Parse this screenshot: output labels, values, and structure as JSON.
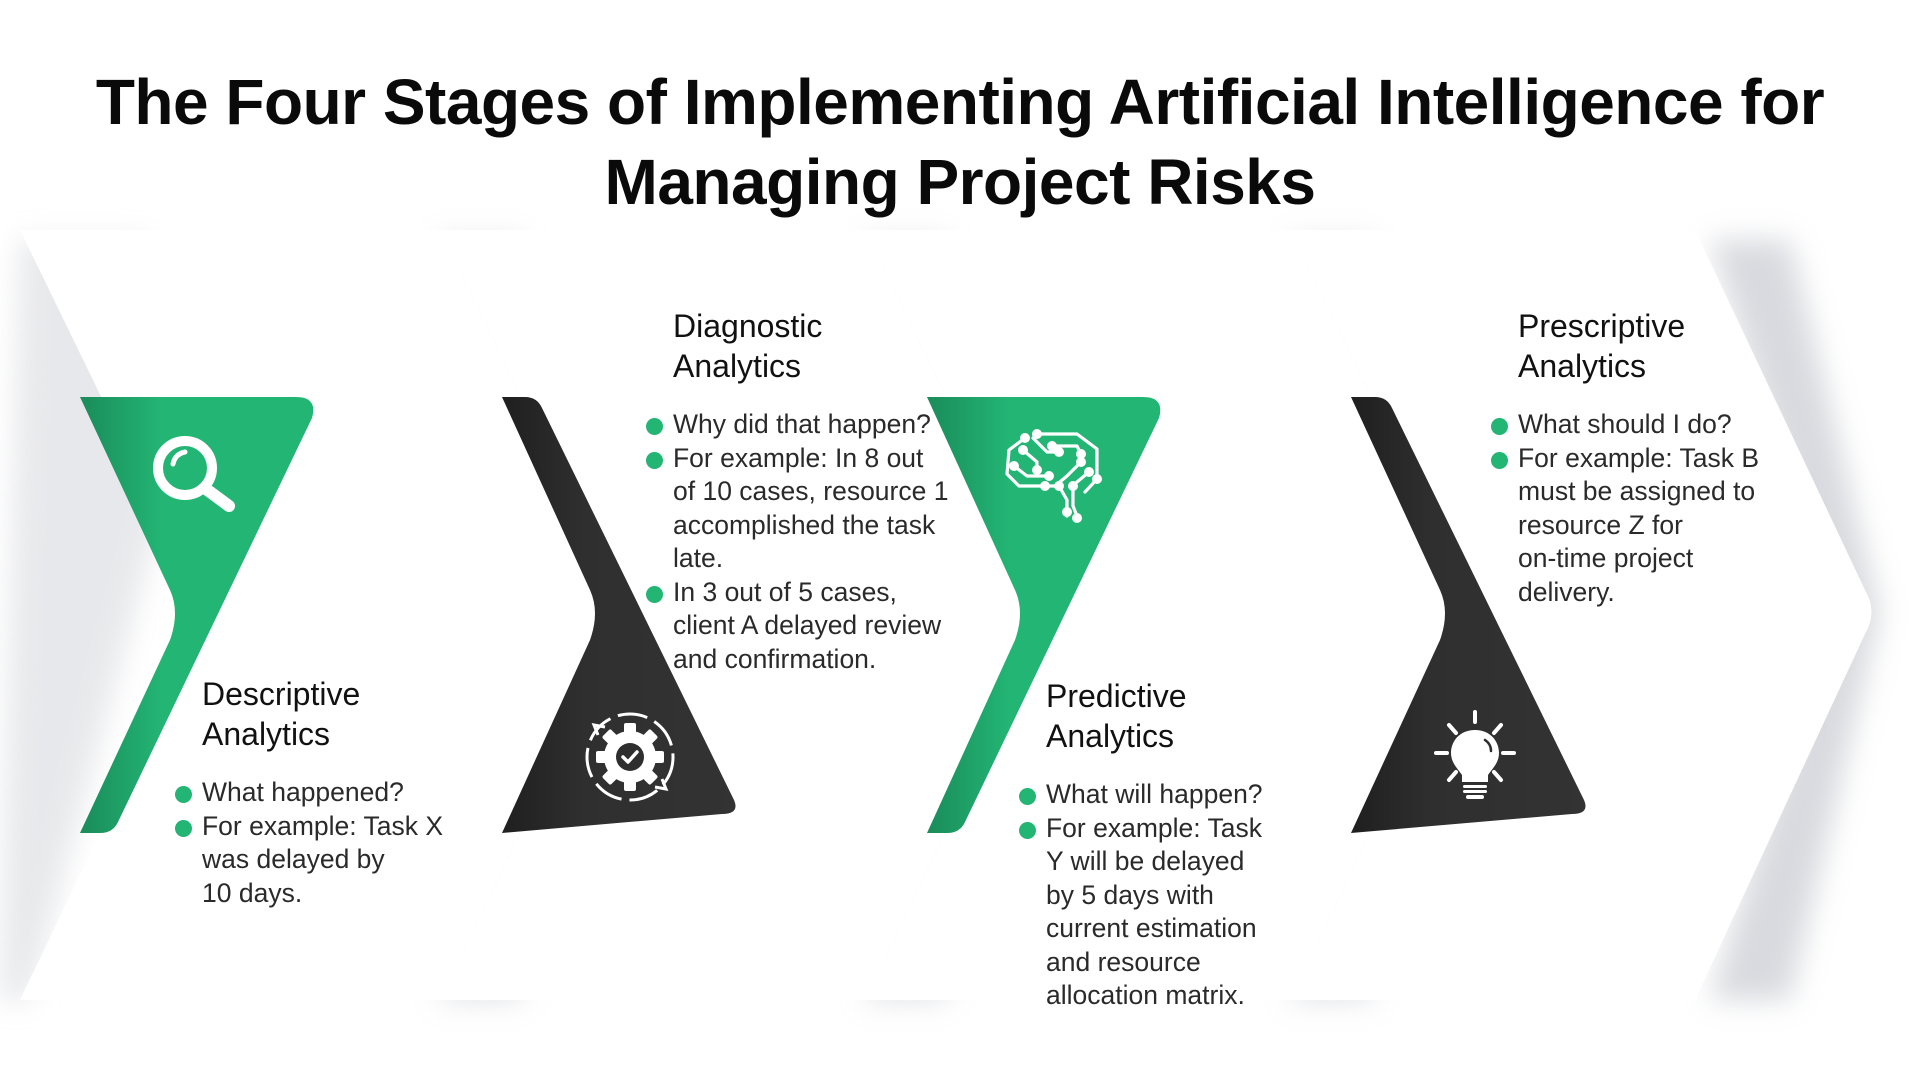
{
  "title": {
    "line1": "The Four Stages of Implementing Artificial Intelligence for",
    "line2": "Managing Project Risks"
  },
  "colors": {
    "green": "#23b574",
    "dark": "#2e2e2e",
    "bullet": "#23b574",
    "text": "#2a2a2a"
  },
  "stages": [
    {
      "title_line1": "Descriptive",
      "title_line2": "Analytics",
      "icon": "magnifier-icon",
      "bullets": [
        {
          "lines": [
            "What happened?"
          ]
        },
        {
          "lines": [
            "For example: Task X",
            "was delayed by",
            "10 days."
          ]
        }
      ]
    },
    {
      "title_line1": "Diagnostic",
      "title_line2": "Analytics",
      "icon": "gear-check-icon",
      "bullets": [
        {
          "lines": [
            "Why did that happen?"
          ]
        },
        {
          "lines": [
            "For example: In 8 out",
            "of 10 cases, resource 1",
            "accomplished the task",
            "late."
          ]
        },
        {
          "lines": [
            "In 3 out of 5 cases,",
            "client A delayed review",
            "and confirmation."
          ]
        }
      ]
    },
    {
      "title_line1": "Predictive",
      "title_line2": "Analytics",
      "icon": "circuit-brain-icon",
      "bullets": [
        {
          "lines": [
            "What will happen?"
          ]
        },
        {
          "lines": [
            "For example: Task",
            "Y will be delayed",
            "by 5 days with",
            "current estimation",
            "and resource",
            "allocation matrix."
          ]
        }
      ]
    },
    {
      "title_line1": "Prescriptive",
      "title_line2": "Analytics",
      "icon": "lightbulb-icon",
      "bullets": [
        {
          "lines": [
            "What should I do?"
          ]
        },
        {
          "lines": [
            "For example: Task B",
            "must be assigned to",
            "resource Z for",
            "on-time project",
            "delivery."
          ]
        }
      ]
    }
  ]
}
